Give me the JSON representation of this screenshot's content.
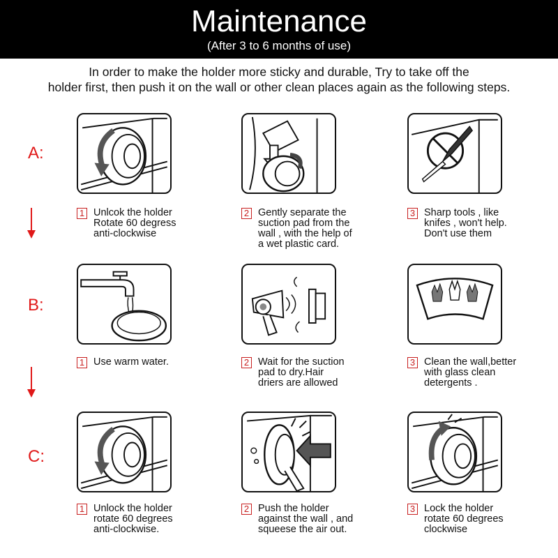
{
  "header": {
    "title": "Maintenance",
    "subtitle": "(After 3 to 6 months of use)"
  },
  "intro": {
    "line1": "In order to make the holder more sticky and durable, Try to take off the",
    "line2": "holder first, then push it on the wall or other clean places again as the following steps."
  },
  "colors": {
    "banner": "#000000",
    "label_red": "#e01818",
    "number_red": "#c81e1e"
  },
  "rows": [
    {
      "label": "A:",
      "steps": [
        {
          "number": "1",
          "lines": [
            "Unlcok the holder",
            "Rotate 60 degress",
            "anti-clockwise"
          ],
          "icon": "rotate-holder-icon"
        },
        {
          "number": "2",
          "lines": [
            "Gently separate the",
            "suction pad from the",
            "wall , with the help of",
            "a wet plastic card."
          ],
          "icon": "plastic-card-icon"
        },
        {
          "number": "3",
          "lines": [
            "Sharp tools , like",
            "knifes , won't help.",
            "Don't use them"
          ],
          "icon": "no-knife-icon"
        }
      ]
    },
    {
      "label": "B:",
      "steps": [
        {
          "number": "1",
          "lines": [
            "Use warm water."
          ],
          "icon": "faucet-icon"
        },
        {
          "number": "2",
          "lines": [
            "Wait for the suction",
            "pad to dry.Hair",
            "driers are allowed"
          ],
          "icon": "hair-drier-icon"
        },
        {
          "number": "3",
          "lines": [
            "Clean the wall,better",
            "with glass clean",
            "detergents ."
          ],
          "icon": "clean-hands-icon"
        }
      ]
    },
    {
      "label": "C:",
      "steps": [
        {
          "number": "1",
          "lines": [
            "Unlock the holder",
            "rotate 60 degrees",
            "anti-clockwise."
          ],
          "icon": "rotate-holder-icon"
        },
        {
          "number": "2",
          "lines": [
            "Push the holder",
            "against the wall , and",
            "squeese the air out."
          ],
          "icon": "push-holder-icon"
        },
        {
          "number": "3",
          "lines": [
            "Lock the holder",
            "rotate 60 degrees",
            "clockwise"
          ],
          "icon": "lock-holder-icon"
        }
      ]
    }
  ]
}
